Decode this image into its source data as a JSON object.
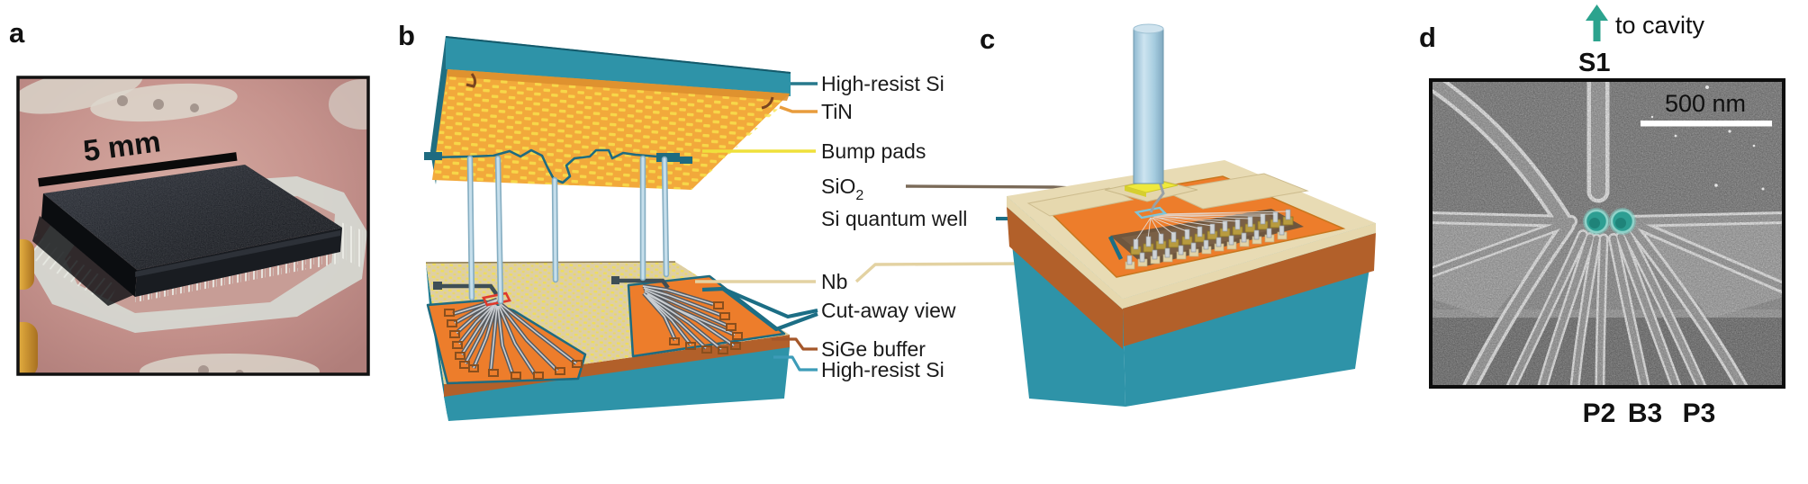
{
  "panels": {
    "a": {
      "label": "a",
      "scale_bar_label": "5 mm"
    },
    "b": {
      "label": "b"
    },
    "c": {
      "label": "c"
    },
    "d": {
      "label": "d",
      "cavity_annotation": "to cavity",
      "gate_top_label": "S1",
      "scale_bar_label": "500 nm",
      "gate_bottom_labels": {
        "p2": "P2",
        "b3": "B3",
        "p3": "P3"
      }
    }
  },
  "layer_labels": {
    "high_resist_si_top": "High-resist Si",
    "tin": "TiN",
    "bump_pads": "Bump pads",
    "sio2_base": "SiO",
    "sio2_sub": "2",
    "si_quantum_well": "Si quantum well",
    "nb": "Nb",
    "cut_away_view": "Cut-away view",
    "sige_buffer": "SiGe buffer",
    "high_resist_si_bottom": "High-resist Si"
  },
  "palette": {
    "teal_si": "#2E93A8",
    "dark_teal_outline": "#1C6E85",
    "tin_orange": "#F2A93B",
    "surface_orange": "#ED7D2B",
    "bump_pad_yellow": "#F5E34A",
    "nb_beige": "#E2D3A8",
    "sige_rust": "#B2602A",
    "pillar_blue": "#BFDCEA",
    "highlight_red": "#E0392B",
    "sem_dot_teal": "#2D9E92",
    "annotation_teal": "#2CA38E",
    "photo_pcb_pink": "#C6938D",
    "chip_black": "#16181D",
    "gold": "#D9A33A"
  }
}
